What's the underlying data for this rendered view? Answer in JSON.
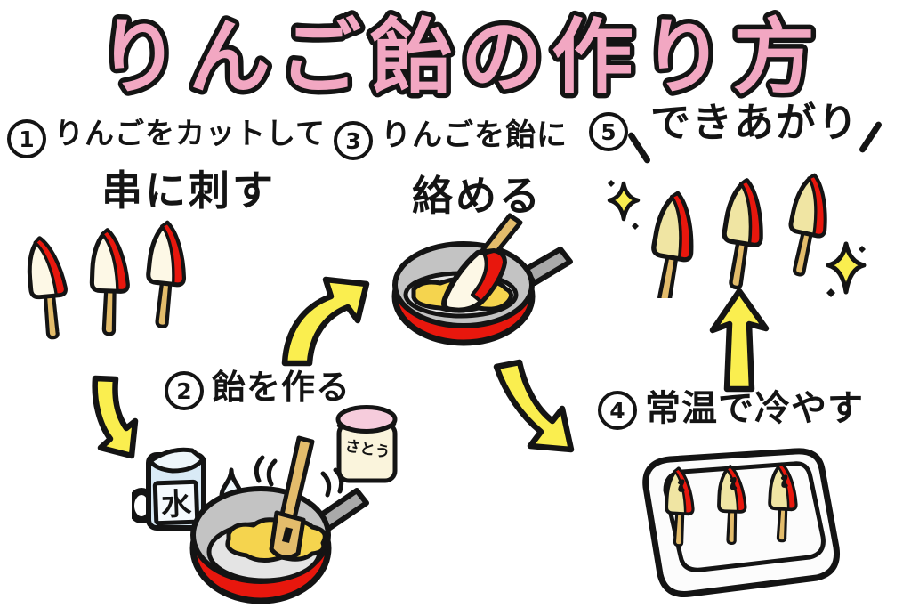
{
  "title": "りんご飴の作り方",
  "steps": [
    {
      "number": "1",
      "text": "りんごをカットして",
      "text2": "串に刺す"
    },
    {
      "number": "2",
      "text": "飴を作る"
    },
    {
      "number": "3",
      "text": "りんごを飴に",
      "text2": "絡める"
    },
    {
      "number": "4",
      "text": "常温で冷やす"
    },
    {
      "number": "5",
      "text": "できあがり"
    }
  ],
  "ingredient_labels": {
    "water": "水",
    "sugar": "さとう"
  },
  "colors": {
    "ink": "#141414",
    "title_pink": "#F2A7C2",
    "apple_red": "#E8170D",
    "arrow_yellow": "#FAEE4F",
    "candy_yellow": "#F5D44E",
    "coated_apple_yellow": "#F0E5A3",
    "apple_flesh_cream": "#FDF8E6",
    "skewer_tan": "#E3BC6B",
    "pan_rim_gray": "#C3C3C3",
    "pan_inner_gray": "#E4E4E4",
    "handle_gray": "#A9A9A9",
    "water_blue": "#D9EAF6",
    "droplet_blue": "#EFF7FC",
    "lid_pink": "#F6CCDC",
    "jar_cream": "#FAF4DC",
    "tray_white": "#FCFCFC"
  }
}
